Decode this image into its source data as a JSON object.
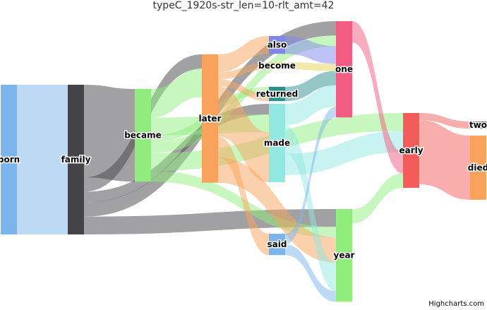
{
  "chart_data": {
    "type": "sankey",
    "title": "typeC_1920s-str_len=10-rlt_amt=42",
    "credits": "Highcharts.com",
    "nodes": [
      {
        "id": "born",
        "color": "#7cb5ec"
      },
      {
        "id": "family",
        "color": "#434348"
      },
      {
        "id": "became",
        "color": "#90ed7d"
      },
      {
        "id": "later",
        "color": "#f7a35c"
      },
      {
        "id": "also",
        "color": "#8085e9"
      },
      {
        "id": "become",
        "color": "#e4d354"
      },
      {
        "id": "returned",
        "color": "#2b908f"
      },
      {
        "id": "made",
        "color": "#91e8e1"
      },
      {
        "id": "said",
        "color": "#7cb5ec"
      },
      {
        "id": "one",
        "color": "#f15c80"
      },
      {
        "id": "year",
        "color": "#90ed7d"
      },
      {
        "id": "early",
        "color": "#f45b5b"
      },
      {
        "id": "two",
        "color": "#434348"
      },
      {
        "id": "died",
        "color": "#f7a35c"
      }
    ],
    "links": [
      {
        "from": "born",
        "to": "family",
        "weight": 42
      },
      {
        "from": "family",
        "to": "became",
        "weight": 26
      },
      {
        "from": "family",
        "to": "later",
        "weight": 4
      },
      {
        "from": "family",
        "to": "made",
        "weight": 3
      },
      {
        "from": "family",
        "to": "one",
        "weight": 4
      },
      {
        "from": "family",
        "to": "year",
        "weight": 5
      },
      {
        "from": "became",
        "to": "later",
        "weight": 8
      },
      {
        "from": "became",
        "to": "made",
        "weight": 5
      },
      {
        "from": "became",
        "to": "returned",
        "weight": 2
      },
      {
        "from": "became",
        "to": "one",
        "weight": 3
      },
      {
        "from": "became",
        "to": "early",
        "weight": 5
      },
      {
        "from": "became",
        "to": "year",
        "weight": 3
      },
      {
        "from": "later",
        "to": "also",
        "weight": 5
      },
      {
        "from": "later",
        "to": "become",
        "weight": 2
      },
      {
        "from": "later",
        "to": "returned",
        "weight": 2
      },
      {
        "from": "later",
        "to": "made",
        "weight": 14
      },
      {
        "from": "later",
        "to": "said",
        "weight": 6
      },
      {
        "from": "later",
        "to": "year",
        "weight": 7
      },
      {
        "from": "also",
        "to": "one",
        "weight": 5
      },
      {
        "from": "become",
        "to": "one",
        "weight": 2
      },
      {
        "from": "returned",
        "to": "one",
        "weight": 4
      },
      {
        "from": "made",
        "to": "one",
        "weight": 6
      },
      {
        "from": "made",
        "to": "year",
        "weight": 8
      },
      {
        "from": "made",
        "to": "early",
        "weight": 6
      },
      {
        "from": "said",
        "to": "one",
        "weight": 3
      },
      {
        "from": "said",
        "to": "year",
        "weight": 3
      },
      {
        "from": "one",
        "to": "early",
        "weight": 6
      },
      {
        "from": "year",
        "to": "early",
        "weight": 4
      },
      {
        "from": "early",
        "to": "two",
        "weight": 2
      },
      {
        "from": "early",
        "to": "died",
        "weight": 18
      }
    ]
  }
}
